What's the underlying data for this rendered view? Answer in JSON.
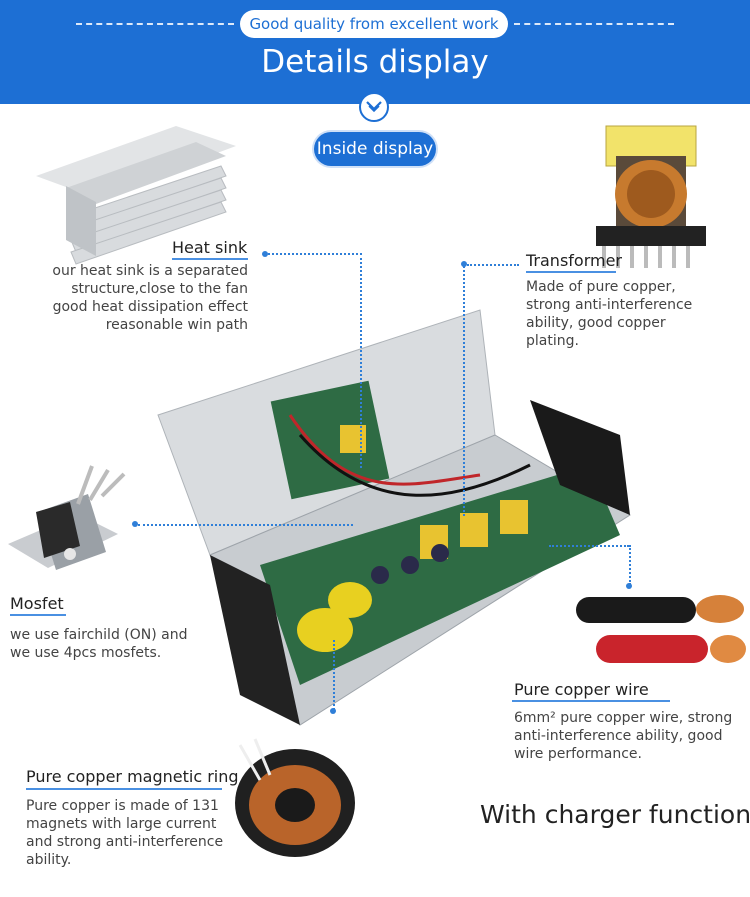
{
  "header": {
    "subtitle": "Good quality from excellent work",
    "title": "Details display",
    "bg_color": "#1d6fd4"
  },
  "inside_badge": "Inside display",
  "callouts": {
    "heat_sink": {
      "title": "Heat sink",
      "lines": [
        "our heat sink is a separated",
        "structure,close to the fan",
        "good heat dissipation effect",
        "reasonable win path"
      ]
    },
    "transformer": {
      "title": "Transformer",
      "lines": [
        "Made of pure copper,",
        "strong anti-interference",
        "ability, good copper",
        "plating."
      ]
    },
    "mosfet": {
      "title": "Mosfet",
      "lines": [
        "we use fairchild (ON) and",
        "we use 4pcs mosfets."
      ]
    },
    "copper_wire": {
      "title": "Pure copper wire",
      "lines": [
        "6mm² pure copper wire, strong",
        "anti-interference ability, good",
        "wire performance."
      ]
    },
    "magnetic_ring": {
      "title": "Pure copper magnetic ring",
      "lines": [
        "Pure copper is made of 131",
        "magnets with large current",
        "and strong anti-interference",
        "ability."
      ]
    }
  },
  "footer": "With charger function",
  "icons": [
    "chevron-down-icon"
  ]
}
